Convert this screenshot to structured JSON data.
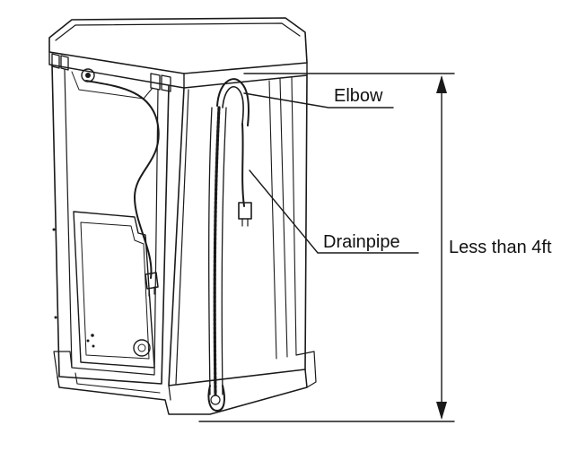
{
  "labels": {
    "elbow": "Elbow",
    "drainpipe": "Drainpipe",
    "height_note": "Less than 4ft"
  },
  "colors": {
    "line": "#1a1a1a",
    "background": "#ffffff"
  }
}
